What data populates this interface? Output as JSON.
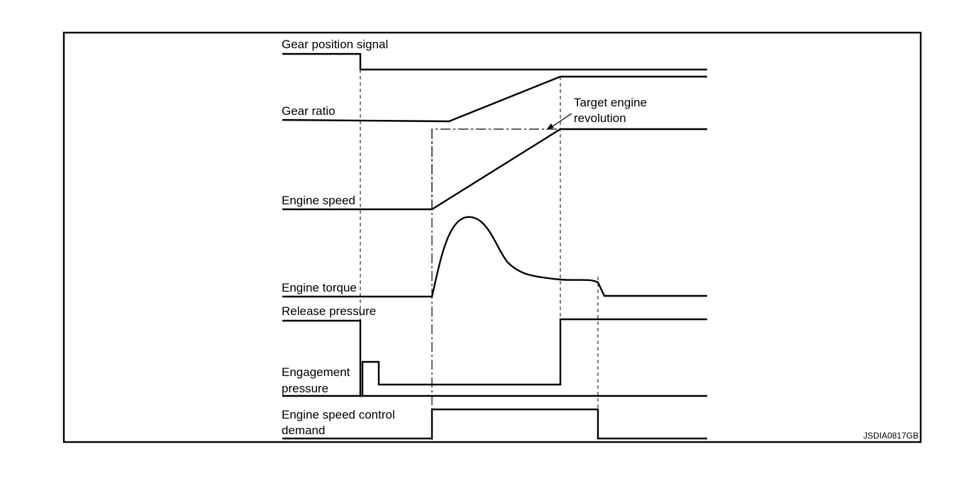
{
  "labels": {
    "gear_position_signal": "Gear position signal",
    "gear_ratio": "Gear ratio",
    "target_engine_line1": "Target engine",
    "target_engine_line2": "revolution",
    "engine_speed": "Engine speed",
    "engine_torque": "Engine torque",
    "release_pressure": "Release pressure",
    "engagement_pressure_line1": "Engagement",
    "engagement_pressure_line2": "pressure",
    "engine_speed_control_demand_line1": "Engine speed control",
    "engine_speed_control_demand_line2": "demand"
  },
  "figure_code": "JSDIA0817GB",
  "colors": {
    "line": "#000000",
    "background": "#ffffff"
  }
}
